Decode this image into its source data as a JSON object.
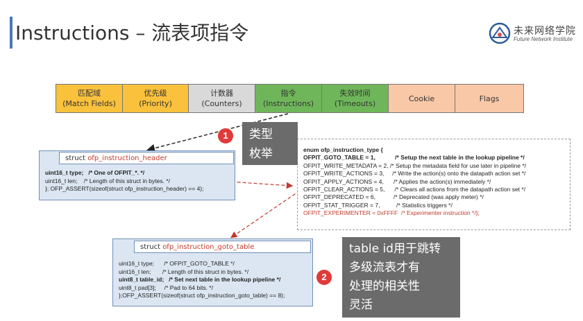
{
  "title": "Instructions – 流表项指令",
  "logo": {
    "cn": "未来网络学院",
    "en": "Future Network Institute"
  },
  "fields": [
    {
      "cn": "匹配域",
      "en": "(Match Fields)",
      "color": "#f9c13c"
    },
    {
      "cn": "优先级",
      "en": "(Priority)",
      "color": "#f9c13c"
    },
    {
      "cn": "计数器",
      "en": "(Counters)",
      "color": "#d9d9d9"
    },
    {
      "cn": "指令",
      "en": "(Instructions)",
      "color": "#6fb65a"
    },
    {
      "cn": "失效时间",
      "en": "(Timeouts)",
      "color": "#6fb65a"
    },
    {
      "cn": "Cookie",
      "en": "",
      "color": "#f9c8a6"
    },
    {
      "cn": "Flags",
      "en": "",
      "color": "#f9c8a6"
    }
  ],
  "callout1": {
    "badge": "1",
    "lines": [
      "类型",
      "枚举"
    ]
  },
  "callout2": {
    "badge": "2",
    "lines": [
      "table id用于跳转",
      "多级流表才有",
      "处理的相关性",
      "灵活"
    ]
  },
  "struct_header": {
    "keyword": "struct ",
    "name": "ofp_instruction_header",
    "lines": [
      "uint16_t type;   /* One of OFPIT_*. */",
      "uint16_t len;    /* Length of this struct in bytes. */",
      "}; OFP_ASSERT(sizeof(struct ofp_instruction_header) == 4);"
    ]
  },
  "struct_goto": {
    "keyword": "struct ",
    "name": "ofp_instruction_goto_table",
    "lines": [
      "uint16_t type;      /* OFPIT_GOTO_TABLE */",
      "uint16_t len;       /* Length of this struct in bytes. */",
      "uint8_t table_id;   /* Set next table in the lookup pipeline */",
      "uint8_t pad[3];     /* Pad to 64 bits. */",
      "};OFP_ASSERT(sizeof(struct ofp_instruction_goto_table) == 8);"
    ]
  },
  "enum_block": {
    "title": "enum ofp_instruction_type {",
    "lines": [
      "OFPIT_GOTO_TABLE = 1,            /* Setup the next table in the lookup pipeline */",
      "OFPIT_WRITE_METADATA = 2, /* Setup the metadata field for use later in pipeline */",
      "OFPIT_WRITE_ACTIONS = 3,     /* Write the action(s) onto the datapath action set */",
      "OFPIT_APPLY_ACTIONS = 4,      /* Applies the action(s) immediately */",
      "OFPIT_CLEAR_ACTIONS = 5,      /* Clears all actions from the datapath action set */",
      "OFPIT_DEPRECATED = 6,           /* Deprecated (was apply meter) */",
      "OFPIT_STAT_TRIGGER = 7,          /* Statistics triggers */",
      "OFPIT_EXPERIMENTER = 0xFFFF  /* Experimenter instruction */};"
    ]
  }
}
